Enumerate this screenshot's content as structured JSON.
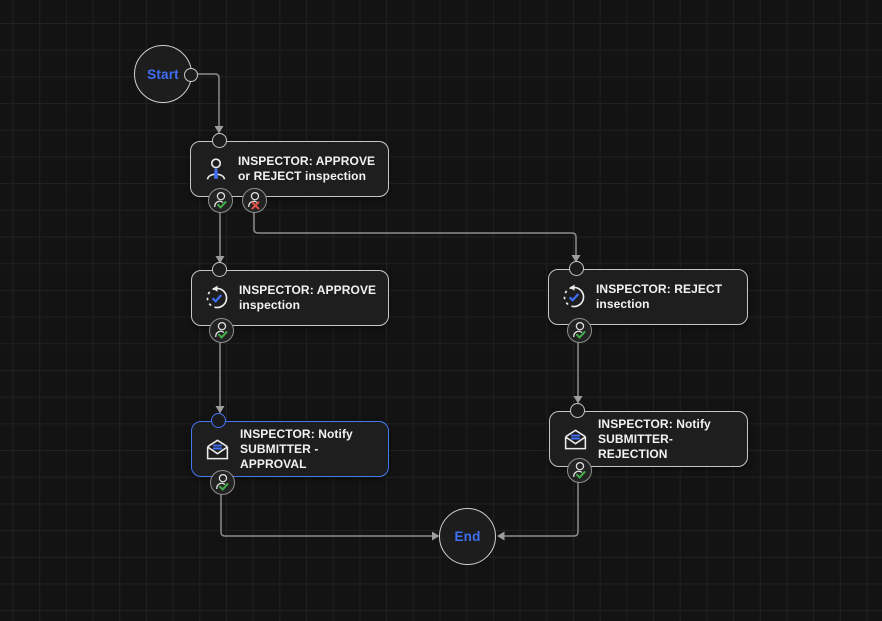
{
  "app": {
    "name": "workflow-diagram-canvas"
  },
  "colors": {
    "background": "#131313",
    "grid_line": "#212121",
    "node_fill": "#1e1e1e",
    "node_border": "#c6c6c6",
    "selected_border": "#4377f2",
    "accent_blue": "#3e6ff4",
    "success_green": "#43b04a",
    "error_red": "#e2504a",
    "edge": "#8d8d8d",
    "text": "#f2f2f2"
  },
  "canvas": {
    "start": {
      "label": "Start"
    },
    "end": {
      "label": "End"
    },
    "nodes": [
      {
        "title_line1": "INSPECTOR: APPROVE",
        "title_line2": "or REJECT inspection",
        "icon": "user-approval-icon",
        "selected": false,
        "output_badges": [
          "user-approved-check",
          "user-rejected-x"
        ]
      },
      {
        "title_line1": "INSPECTOR: APPROVE",
        "title_line2": "inspection",
        "icon": "update-record-icon",
        "selected": false,
        "output_badges": [
          "user-approved-check"
        ]
      },
      {
        "title_line1": "INSPECTOR: REJECT",
        "title_line2": "insection",
        "icon": "update-record-icon",
        "selected": false,
        "output_badges": [
          "user-approved-check"
        ]
      },
      {
        "title_line1": "INSPECTOR: Notify",
        "title_line2": "SUBMITTER -APPROVAL",
        "icon": "send-email-icon",
        "selected": true,
        "output_badges": [
          "user-approved-check"
        ]
      },
      {
        "title_line1": "INSPECTOR: Notify",
        "title_line2": "SUBMITTER-REJECTION",
        "icon": "send-email-icon",
        "selected": false,
        "output_badges": [
          "user-approved-check"
        ]
      }
    ]
  }
}
